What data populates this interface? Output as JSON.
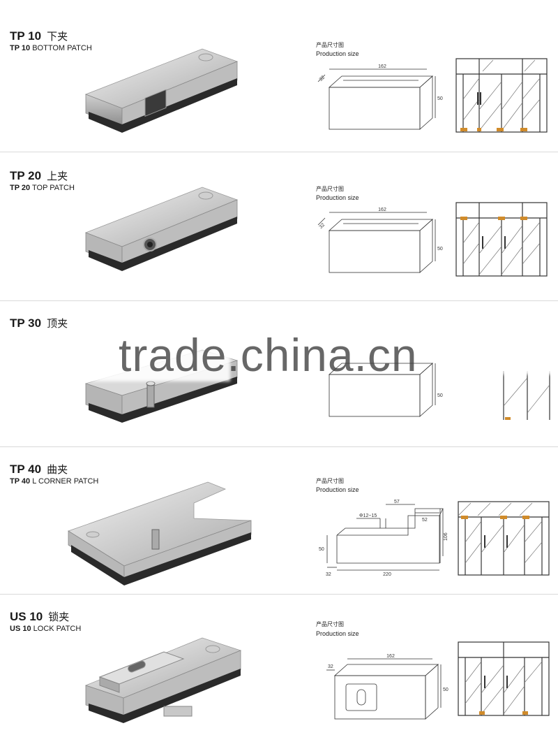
{
  "watermark": "trade.china.cn",
  "products": [
    {
      "code": "TP 10",
      "cn": "下夹",
      "name": "BOTTOM PATCH",
      "size_cn": "产品尺寸图",
      "size_en": "Production size",
      "dim_len": "162",
      "dim_h": "50",
      "dim_w": "32"
    },
    {
      "code": "TP 20",
      "cn": "上夹",
      "name": "TOP PATCH",
      "size_cn": "产品尺寸图",
      "size_en": "Production size",
      "dim_len": "162",
      "dim_h": "50",
      "dim_w": "32"
    },
    {
      "code": "TP 30",
      "cn": "顶夹",
      "dim_h": "50"
    },
    {
      "code": "TP 40",
      "cn": "曲夹",
      "name": "L CORNER PATCH",
      "size_cn": "产品尺寸图",
      "size_en": "Production size",
      "dim_top": "57",
      "dim_dia": "Φ12~15",
      "dim_right": "52",
      "dim_tall": "106",
      "dim_h": "50",
      "dim_left": "32",
      "dim_len": "220"
    },
    {
      "code": "US 10",
      "cn": "锁夹",
      "name": "LOCK PATCH",
      "size_cn": "产品尺寸图",
      "size_en": "Production size",
      "dim_len": "162",
      "dim_h": "50",
      "dim_w": "32"
    }
  ]
}
